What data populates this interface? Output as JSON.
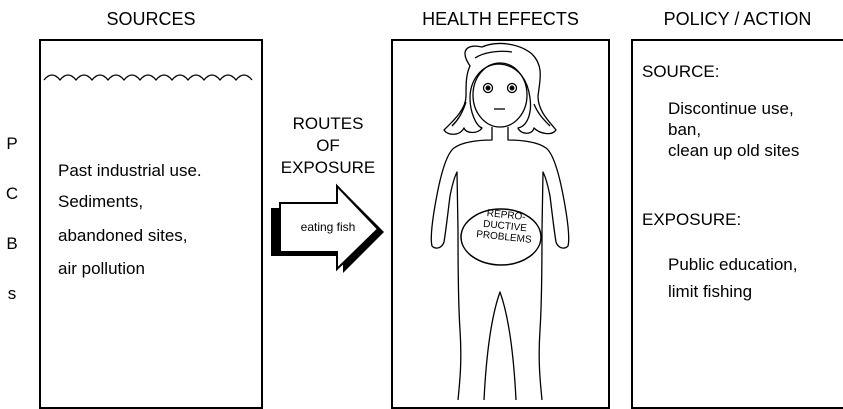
{
  "headers": {
    "sources": "SOURCES",
    "health_effects": "HEALTH EFFECTS",
    "policy_action": "POLICY / ACTION"
  },
  "pcbs_letters": [
    "P",
    "C",
    "B",
    "s"
  ],
  "sources_panel": {
    "lines": [
      "Past industrial use.",
      "Sediments,",
      "abandoned sites,",
      "air pollution"
    ]
  },
  "routes": {
    "title_lines": [
      "ROUTES",
      "OF",
      "EXPOSURE"
    ],
    "arrow_label": "eating fish"
  },
  "health_panel": {
    "label_lines": [
      "REPRO-",
      "DUCTIVE",
      "PROBLEMS"
    ]
  },
  "policy_panel": {
    "source_heading": "SOURCE:",
    "source_actions": [
      "Discontinue use,",
      "ban,",
      "clean up old sites"
    ],
    "exposure_heading": "EXPOSURE:",
    "exposure_actions": [
      "Public education,",
      "limit fishing"
    ]
  }
}
